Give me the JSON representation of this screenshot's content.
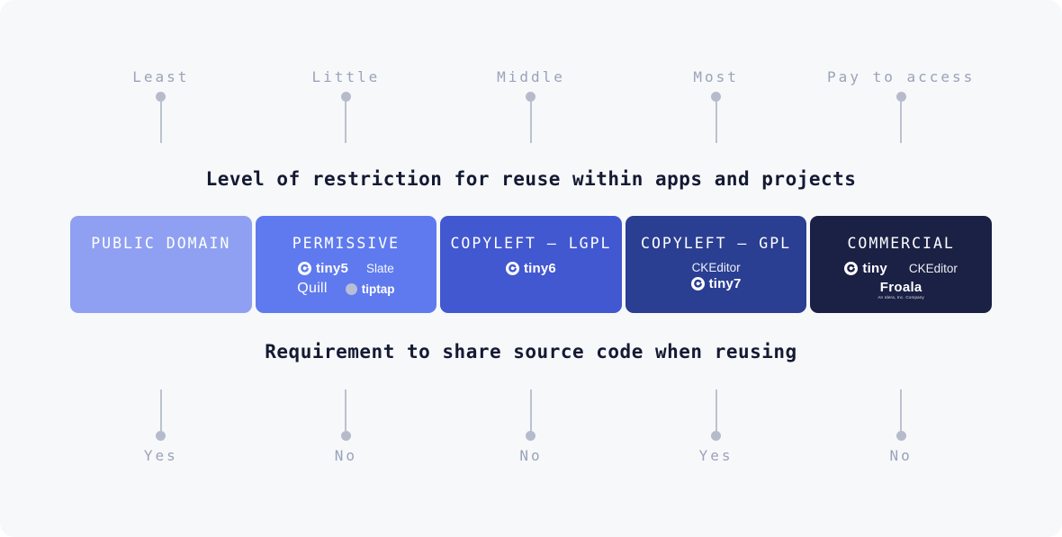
{
  "top_axis": {
    "title": "Level of restriction for reuse within apps and projects",
    "labels": [
      "Least",
      "Little",
      "Middle",
      "Most",
      "Pay to access"
    ]
  },
  "bottom_axis": {
    "title": "Requirement to share source code when reusing",
    "labels": [
      "Yes",
      "No",
      "No",
      "Yes",
      "No"
    ]
  },
  "cards": [
    {
      "title": "PUBLIC DOMAIN",
      "color": "#8fa0f2",
      "logos": []
    },
    {
      "title": "PERMISSIVE",
      "color": "#5f7aef",
      "logos": [
        {
          "name": "tinymce",
          "label": "tiny5"
        },
        {
          "name": "slate",
          "label": "Slate"
        },
        {
          "name": "quill",
          "label": "Quill"
        },
        {
          "name": "tiptap",
          "label": "tiptap"
        }
      ]
    },
    {
      "title": "COPYLEFT — LGPL",
      "color": "#4258d0",
      "logos": [
        {
          "name": "tinymce",
          "label": "tiny6"
        }
      ]
    },
    {
      "title": "COPYLEFT — GPL",
      "color": "#2a3e92",
      "logos": [
        {
          "name": "ckeditor",
          "label": "CKEditor"
        },
        {
          "name": "tinymce",
          "label": "tiny7"
        }
      ]
    },
    {
      "title": "COMMERCIAL",
      "color": "#1a2145",
      "logos": [
        {
          "name": "tinymce",
          "label": "tiny"
        },
        {
          "name": "ckeditor",
          "label": "CKEditor"
        },
        {
          "name": "froala",
          "label": "Froala",
          "tagline": "An Idera, Inc. Company"
        }
      ]
    }
  ],
  "colors": {
    "background": "#f7f8fa",
    "pin": "#b6bbcc",
    "axis_label": "#9aa3b9",
    "section_title": "#141a33"
  }
}
